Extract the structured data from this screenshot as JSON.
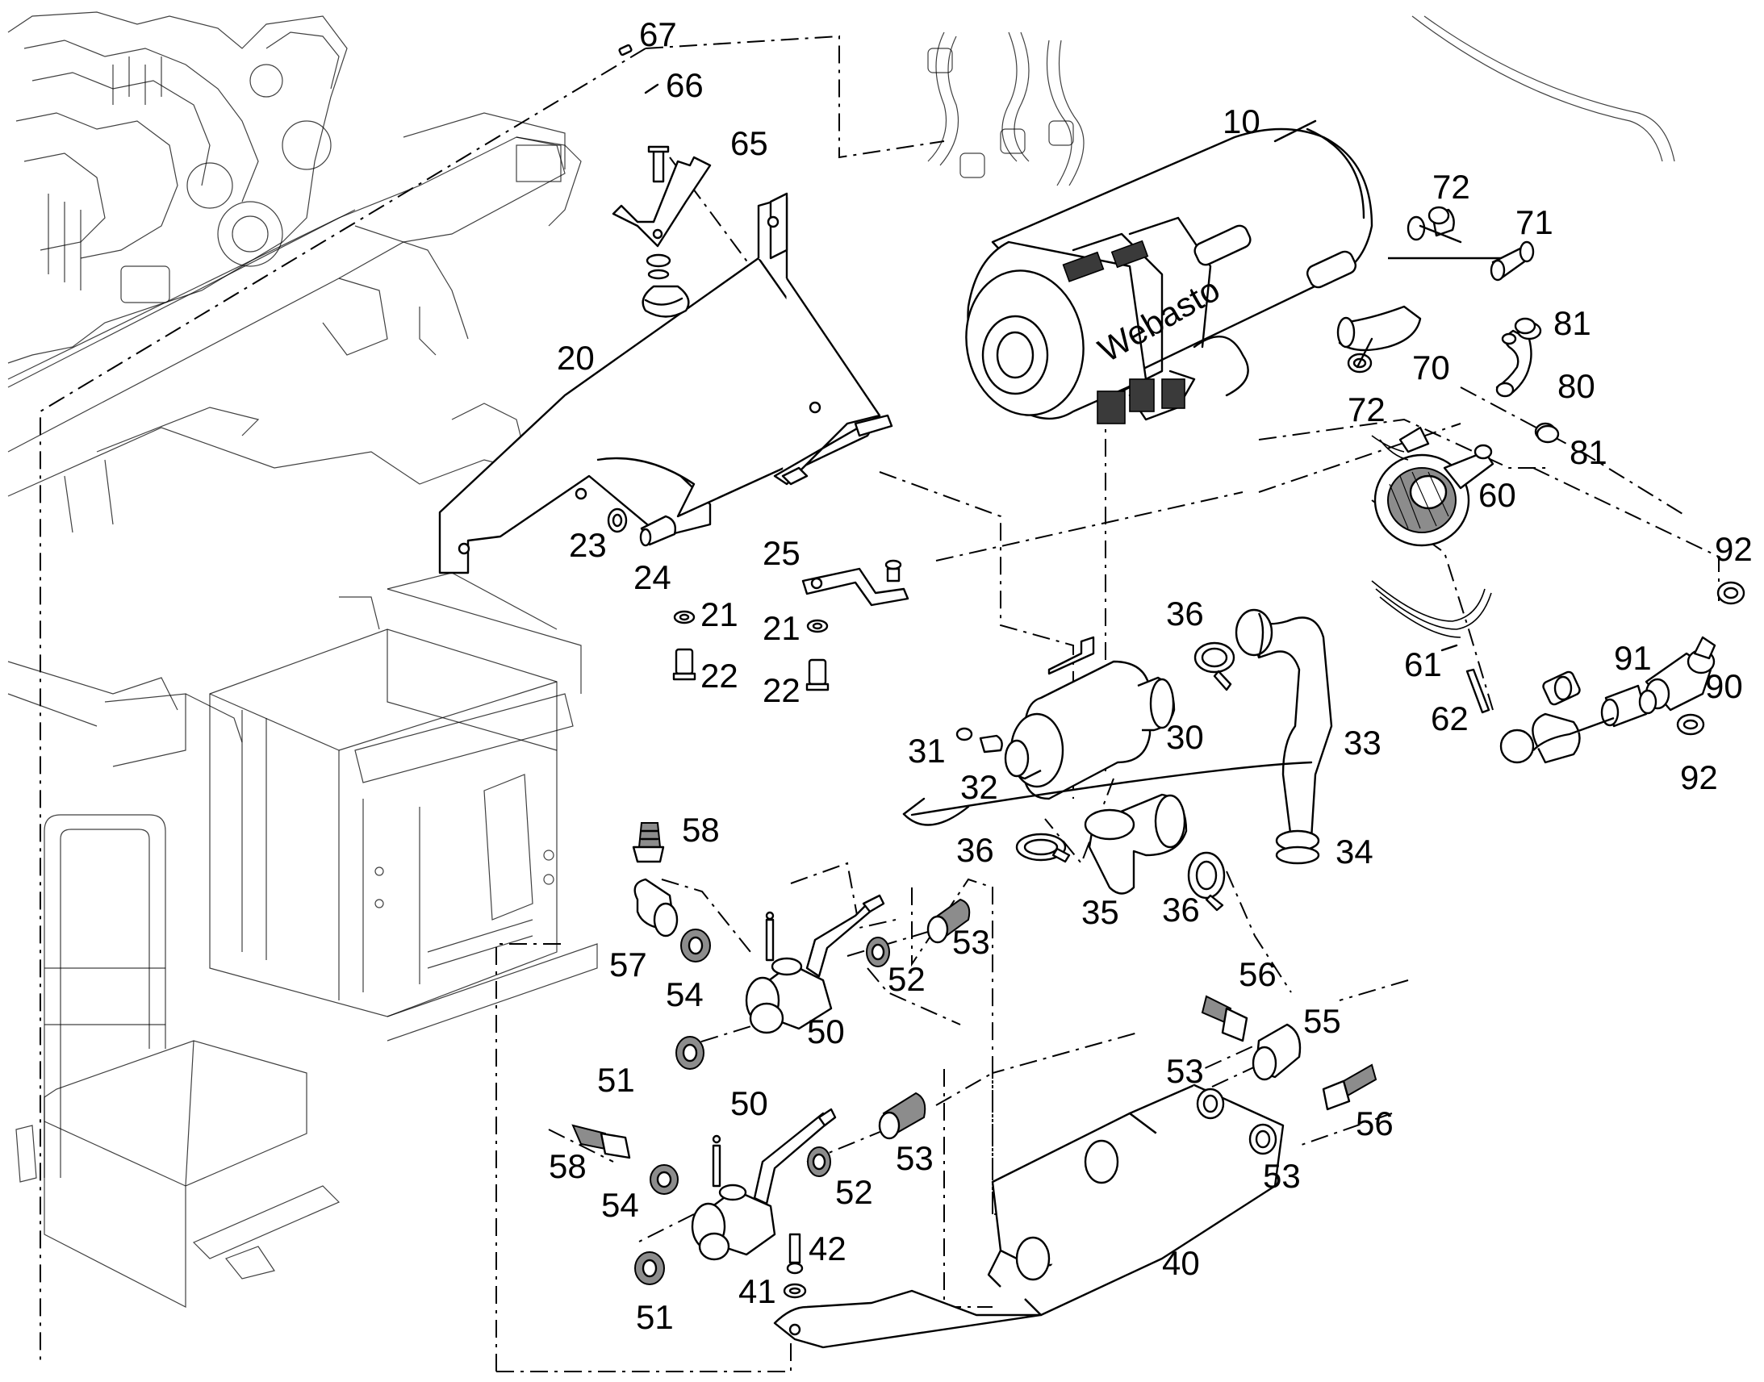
{
  "callouts": {
    "p10": "10",
    "p20": "20",
    "p21a": "21",
    "p21b": "21",
    "p22a": "22",
    "p22b": "22",
    "p23": "23",
    "p24": "24",
    "p25": "25",
    "p30": "30",
    "p31": "31",
    "p32": "32",
    "p33": "33",
    "p34": "34",
    "p35": "35",
    "p36a": "36",
    "p36b": "36",
    "p36c": "36",
    "p40": "40",
    "p41": "41",
    "p42": "42",
    "p50a": "50",
    "p50b": "50",
    "p51a": "51",
    "p51b": "51",
    "p52a": "52",
    "p52b": "52",
    "p53a": "53",
    "p53b": "53",
    "p53c": "53",
    "p53d": "53",
    "p54a": "54",
    "p54b": "54",
    "p55": "55",
    "p56a": "56",
    "p56b": "56",
    "p57": "57",
    "p58a": "58",
    "p58b": "58",
    "p60": "60",
    "p61": "61",
    "p62": "62",
    "p65": "65",
    "p66": "66",
    "p67": "67",
    "p70": "70",
    "p71": "71",
    "p72a": "72",
    "p72b": "72",
    "p80": "80",
    "p81a": "81",
    "p81b": "81",
    "p90": "90",
    "p91": "91",
    "p92a": "92",
    "p92b": "92"
  },
  "heater_brand_mark": "Webasto",
  "colors": {
    "line": "#000000",
    "background": "#ffffff",
    "shade": "#8c8c8c"
  }
}
